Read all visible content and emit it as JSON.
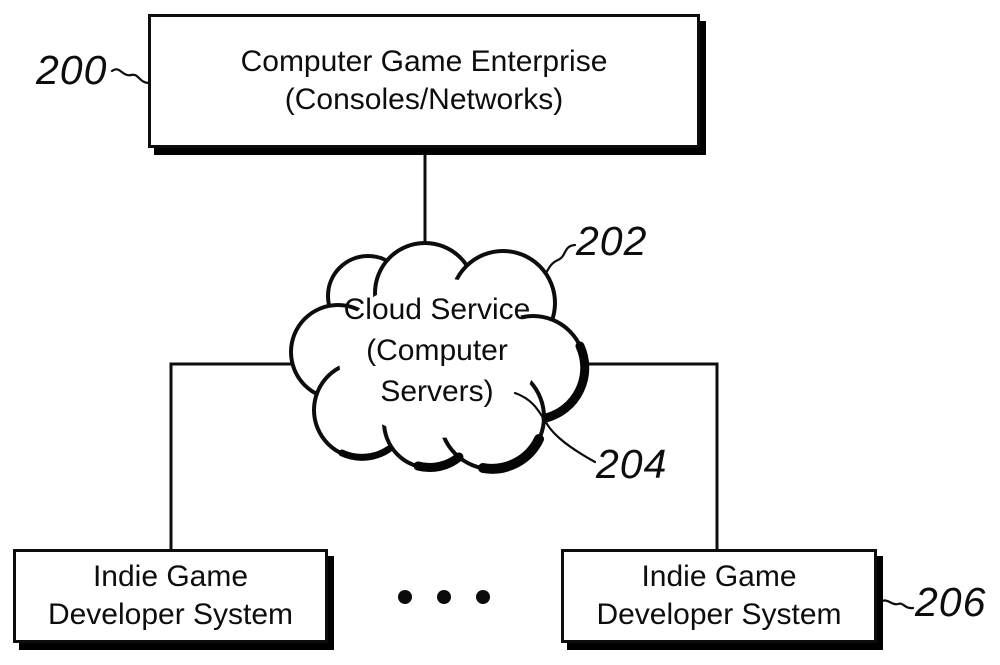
{
  "colors": {
    "ink": "#0d0d0d",
    "paper": "#ffffff"
  },
  "nodes": {
    "enterprise": {
      "line1": "Computer Game Enterprise",
      "line2": "(Consoles/Networks)",
      "ref": "200"
    },
    "cloud": {
      "line1": "Cloud Service",
      "line2": "(Computer",
      "line3": "Servers)",
      "ref": "202",
      "ref_servers": "204"
    },
    "indie_left": {
      "line1": "Indie Game",
      "line2": "Developer System"
    },
    "indie_right": {
      "line1": "Indie Game",
      "line2": "Developer System",
      "ref": "206"
    }
  },
  "ellipsis": {
    "dot_count": 3
  }
}
